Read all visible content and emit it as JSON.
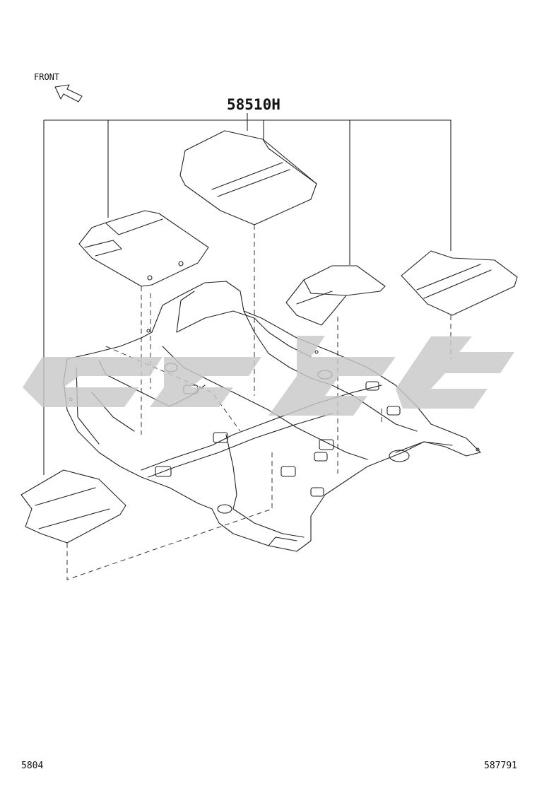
{
  "diagram": {
    "orientation_label": "FRONT",
    "part_number": "58510H",
    "footer_left": "5804",
    "footer_right": "587791",
    "colors": {
      "line": "#222222",
      "background": "#ffffff",
      "watermark": "#c8c8c8"
    },
    "icons": [
      "front-arrow-icon"
    ]
  }
}
